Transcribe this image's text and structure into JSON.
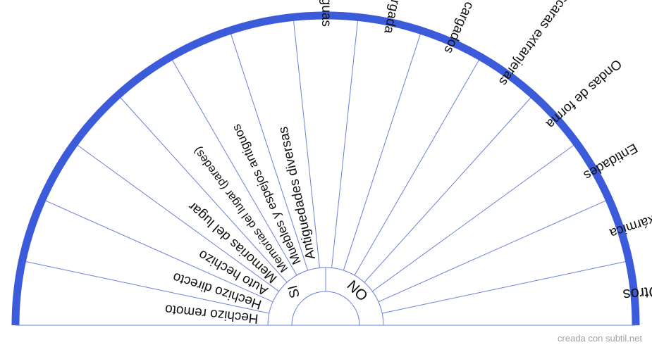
{
  "pendulum": {
    "inner_labels": {
      "yes": "SI",
      "no": "NO"
    },
    "sectors": [
      "Hechizo remoto",
      "Hechizo directo",
      "Auto hechizo",
      "Memorias del lugar",
      "Memorias del lugar (paredes)",
      "Muebles y espejos antiguos",
      "Antiguedades diversas",
      "Joyas antiguas",
      "Ropa cargada",
      "Otros objetos cargados",
      "Mascaras extranjeras",
      "Ondas de forma",
      "Entidades",
      "Carga kármica",
      "Otros"
    ],
    "colors": {
      "rim": "#3b5bdb",
      "divider": "#6b7fd7",
      "si_text": "#8b2fc9",
      "text": "#111111"
    }
  },
  "credit": "creada con subtil.net"
}
